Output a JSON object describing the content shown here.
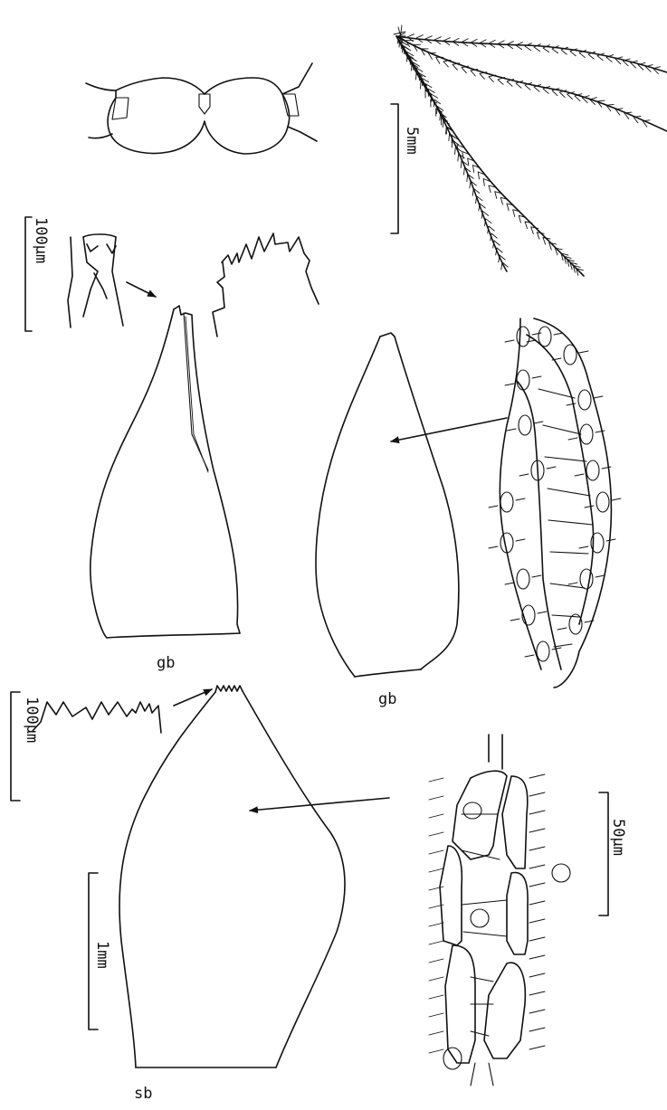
{
  "figure": {
    "labels": {
      "stem_leaf_1": "gb",
      "stem_leaf_2": "gb",
      "branch_leaf": "sb"
    },
    "scale_bars": {
      "habit": "5mm",
      "apex_detail": "100µm",
      "margin_detail": "100µm",
      "leaf": "1mm",
      "cells": "50µm"
    }
  }
}
